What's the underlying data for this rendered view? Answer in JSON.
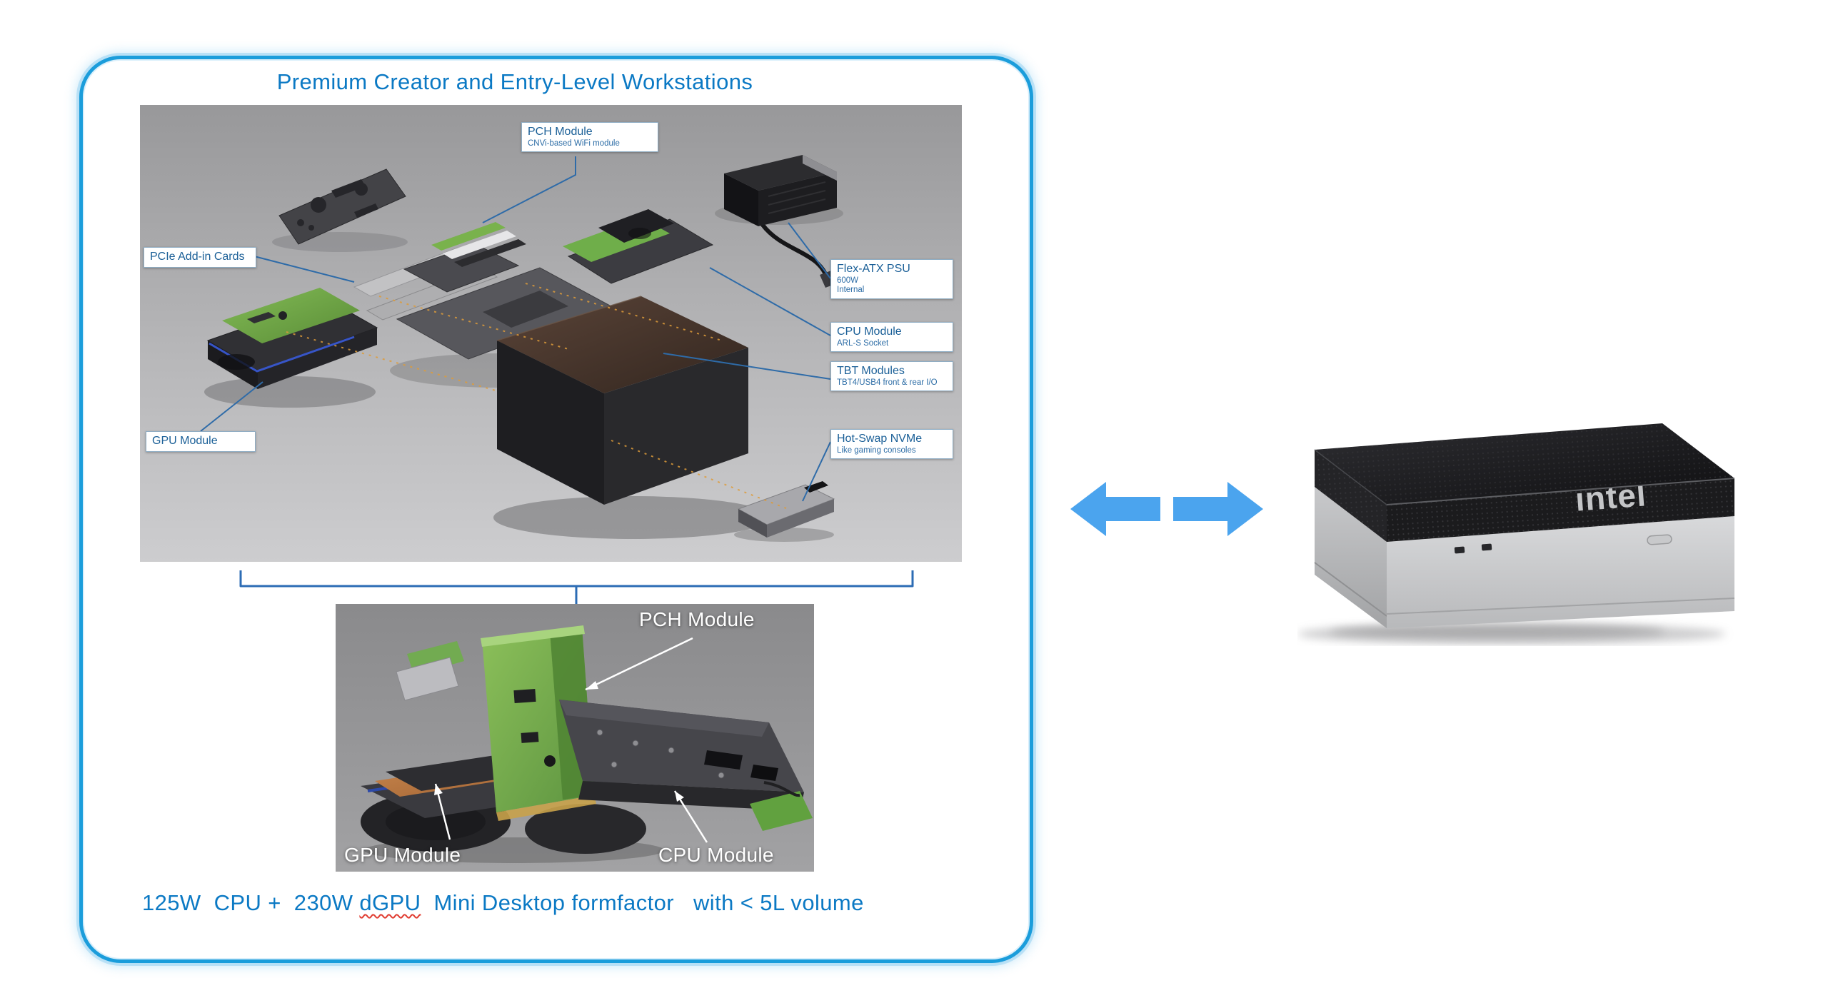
{
  "slide": {
    "title": "Premium Creator and Entry-Level Workstations",
    "caption_part1": "125W  CPU +  230W ",
    "caption_highlight": "dGPU",
    "caption_part2": "  Mini Desktop formfactor   with < 5L volume",
    "accent_border_color": "#1b9ddb",
    "accent_text_color": "#0b79c4",
    "arrow_color": "#4ba4ee"
  },
  "exploded_view": {
    "callouts": {
      "pch": {
        "title": "PCH Module",
        "subtitle": "CNVi-based WiFi module"
      },
      "pcie": {
        "title": "PCIe Add-in Cards"
      },
      "gpu": {
        "title": "GPU Module"
      },
      "psu": {
        "title": "Flex-ATX PSU",
        "subtitle1": "600W",
        "subtitle2": "Internal"
      },
      "cpu": {
        "title": "CPU Module",
        "subtitle": "ARL-S Socket"
      },
      "tbt": {
        "title": "TBT Modules",
        "subtitle": "TBT4/USB4 front & rear I/O"
      },
      "nvme": {
        "title": "Hot-Swap NVMe",
        "subtitle": "Like gaming consoles"
      }
    }
  },
  "detail_view": {
    "pch_label": "PCH Module",
    "gpu_label": "GPU Module",
    "cpu_label": "CPU Module"
  },
  "device": {
    "brand": "intel"
  }
}
